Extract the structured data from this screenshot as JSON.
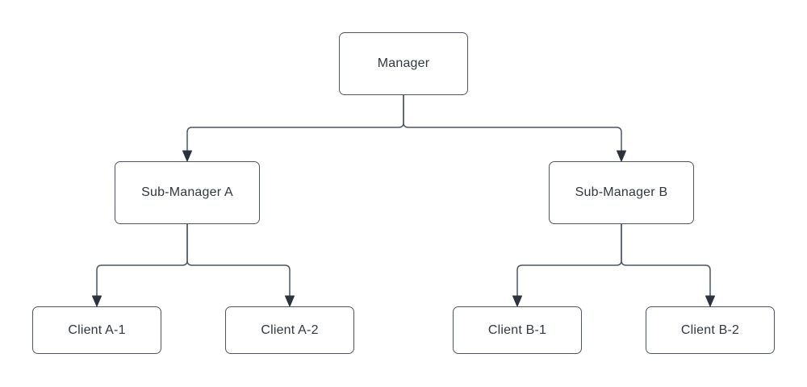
{
  "diagram": {
    "type": "org-chart",
    "nodes": {
      "manager": {
        "label": "Manager"
      },
      "sub_a": {
        "label": "Sub-Manager A"
      },
      "sub_b": {
        "label": "Sub-Manager B"
      },
      "client_a1": {
        "label": "Client A-1"
      },
      "client_a2": {
        "label": "Client A-2"
      },
      "client_b1": {
        "label": "Client B-1"
      },
      "client_b2": {
        "label": "Client B-2"
      }
    },
    "edges": [
      {
        "from": "Manager",
        "to": "Sub-Manager A"
      },
      {
        "from": "Manager",
        "to": "Sub-Manager B"
      },
      {
        "from": "Sub-Manager A",
        "to": "Client A-1"
      },
      {
        "from": "Sub-Manager A",
        "to": "Client A-2"
      },
      {
        "from": "Sub-Manager B",
        "to": "Client B-1"
      },
      {
        "from": "Sub-Manager B",
        "to": "Client B-2"
      }
    ],
    "colors": {
      "background": "#ffffff",
      "node_fill": "#ffffff",
      "node_border": "#4d5660",
      "connector": "#4d5660",
      "arrowhead": "#2c333e",
      "text": "#30373f"
    }
  }
}
